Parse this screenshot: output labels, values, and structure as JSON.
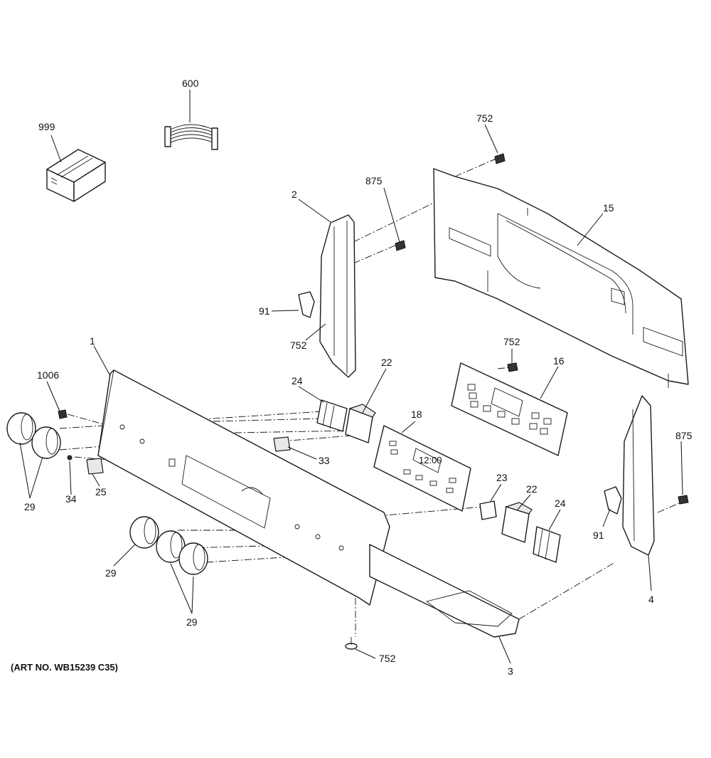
{
  "diagram": {
    "art_number": "(ART NO. WB15239 C35)",
    "clock_display": "12:00",
    "callouts": {
      "c999": "999",
      "c600": "600",
      "c752_top": "752",
      "c875_top": "875",
      "c2": "2",
      "c15": "15",
      "c91_left": "91",
      "c752_mid": "752",
      "c752_right": "752",
      "c16": "16",
      "c1": "1",
      "c1006": "1006",
      "c24_left": "24",
      "c22_left": "22",
      "c18": "18",
      "c33": "33",
      "c29_left": "29",
      "c34": "34",
      "c25": "25",
      "c23": "23",
      "c22_right": "22",
      "c24_right": "24",
      "c875_right": "875",
      "c91_right": "91",
      "c4": "4",
      "c29_bottom_a": "29",
      "c29_bottom_b": "29",
      "c752_bottom": "752",
      "c3": "3"
    }
  }
}
